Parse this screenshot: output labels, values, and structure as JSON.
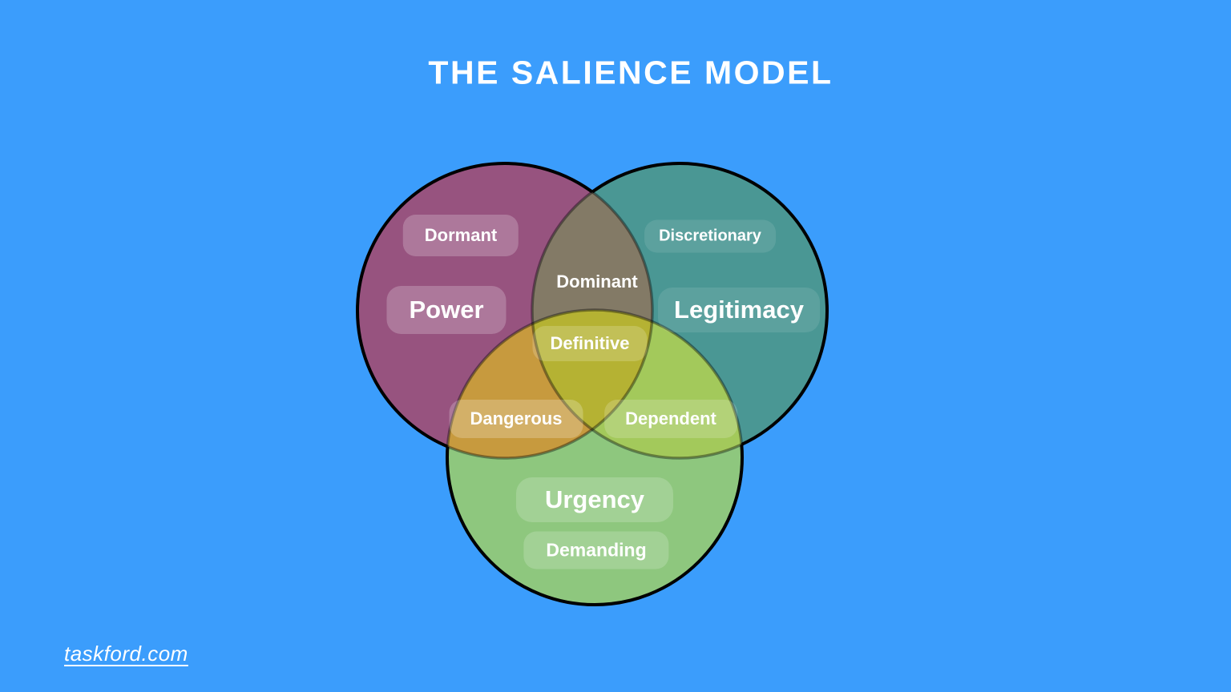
{
  "title": "THE SALIENCE MODEL",
  "footer": {
    "link_text": "taskford.com"
  },
  "colors": {
    "background": "#3B9DFC",
    "circle_outline": "#000000",
    "text": "#FFFFFF"
  },
  "venn": {
    "sets": [
      {
        "name": "Power",
        "attribute": "Dormant",
        "color": "#97537F"
      },
      {
        "name": "Legitimacy",
        "attribute": "Discretionary",
        "color": "#4A9794"
      },
      {
        "name": "Urgency",
        "attribute": "Demanding",
        "color": "#8EC77E"
      }
    ],
    "intersections": [
      {
        "label": "Dominant",
        "sets": [
          "Power",
          "Legitimacy"
        ],
        "color": "#837A66"
      },
      {
        "label": "Dangerous",
        "sets": [
          "Power",
          "Urgency"
        ],
        "color": "#C79A3E"
      },
      {
        "label": "Dependent",
        "sets": [
          "Legitimacy",
          "Urgency"
        ],
        "color": "#A3C95B"
      },
      {
        "label": "Definitive",
        "sets": [
          "Power",
          "Legitimacy",
          "Urgency"
        ],
        "color": "#B5B233"
      }
    ]
  }
}
